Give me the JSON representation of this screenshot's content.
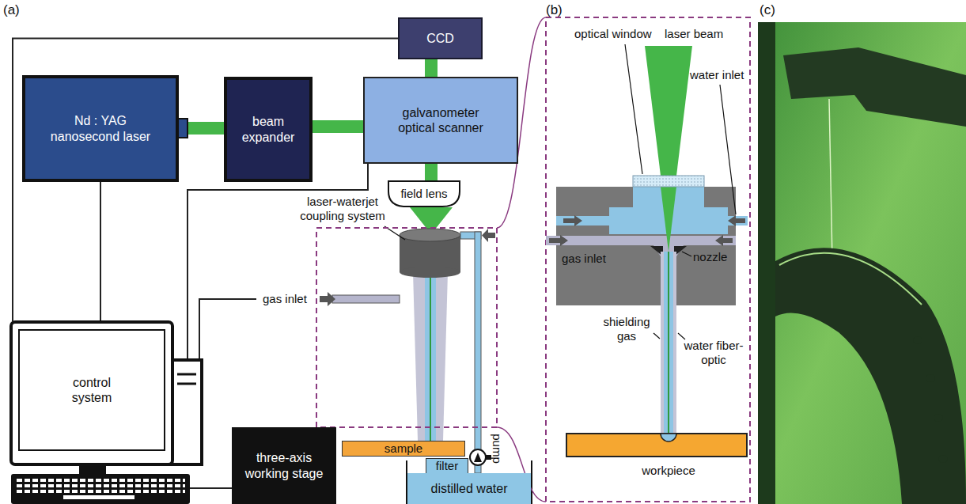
{
  "diagram": {
    "nodes": [
      {
        "text": [
          "CCD"
        ]
      },
      {
        "text": [
          "Nd : YAG nanosecond laser"
        ]
      },
      {
        "text": [
          "beam expander"
        ]
      },
      {
        "text": [
          "galvanometer optical scanner"
        ]
      },
      {
        "text": [
          "field lens"
        ]
      },
      {
        "text": [
          "control system"
        ]
      },
      {
        "text": [
          "three-axis working stage"
        ]
      },
      {
        "text": [
          "sample"
        ]
      },
      {
        "text": [
          "filter"
        ]
      },
      {
        "text": [
          "distilled water"
        ]
      }
    ],
    "edges": [
      {
        "from": 1,
        "to": 2,
        "arrow": "none"
      },
      {
        "from": 2,
        "to": 3,
        "arrow": "none"
      },
      {
        "from": 3,
        "to": 0,
        "arrow": "none"
      },
      {
        "from": 3,
        "to": 4,
        "arrow": "none"
      },
      {
        "from": 5,
        "to": 0,
        "arrow": "none"
      },
      {
        "from": 5,
        "to": 1,
        "arrow": "none"
      },
      {
        "from": 5,
        "to": 3,
        "arrow": "none"
      },
      {
        "from": 5,
        "to": 6,
        "arrow": "none"
      }
    ],
    "labels": [
      "(a)",
      "(b)",
      "(c)",
      "laser-waterjet coupling system",
      "gas inlet",
      "pump",
      "optical window",
      "laser beam",
      "water inlet",
      "gas inlet",
      "nozzle",
      "shielding gas",
      "water fiber-optic",
      "workpiece"
    ]
  }
}
